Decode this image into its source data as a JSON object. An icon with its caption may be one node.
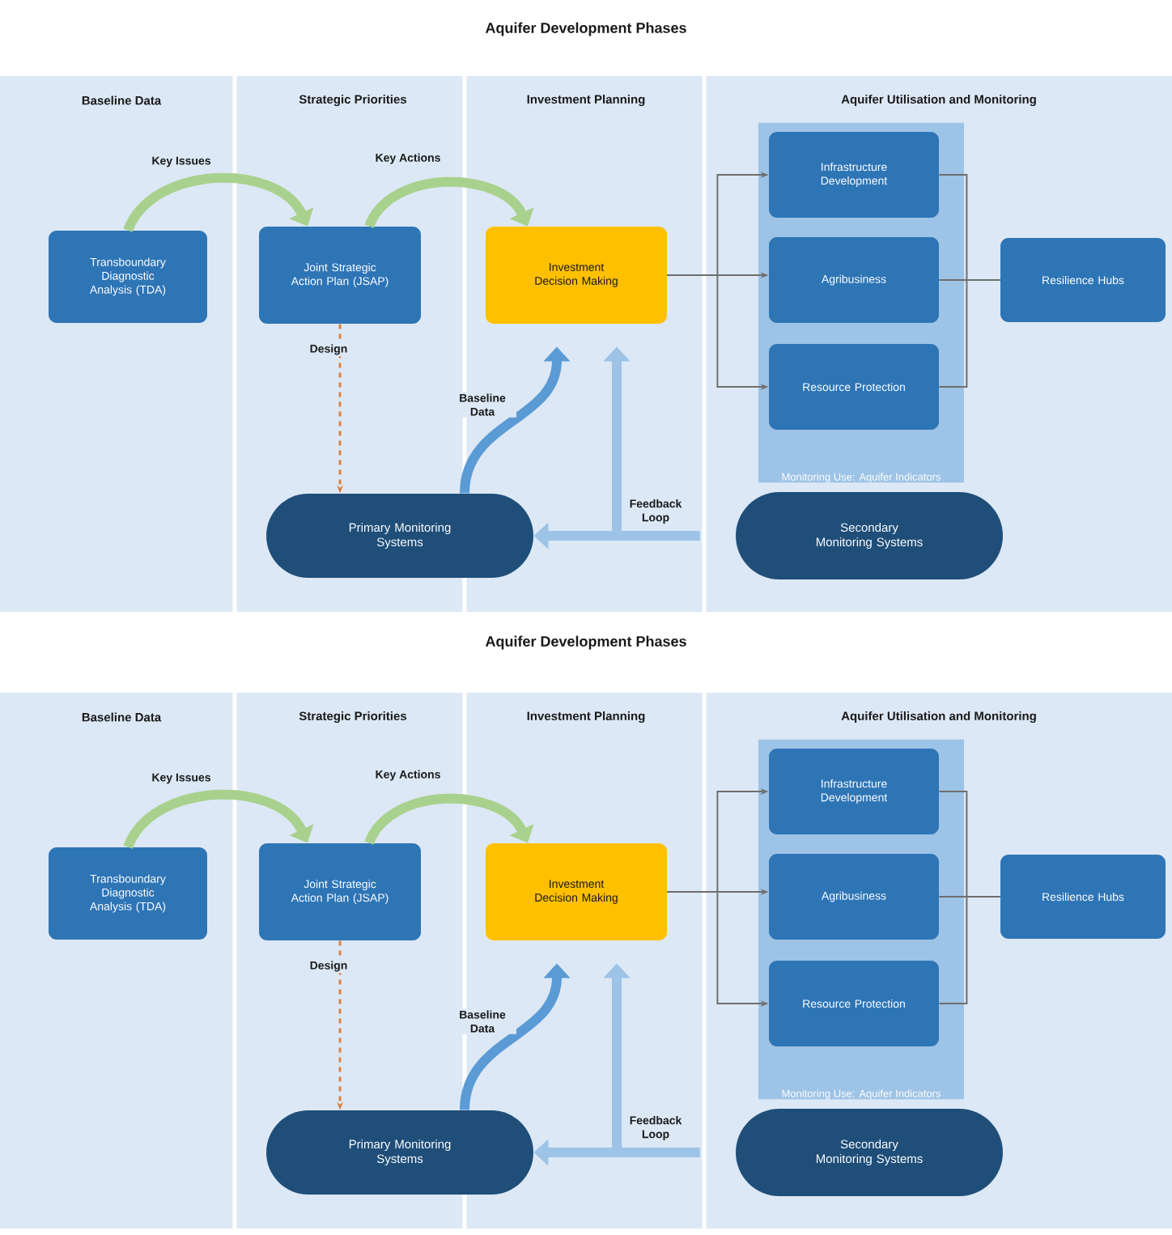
{
  "diagram": {
    "title": "Aquifer Development Phases",
    "nodes": [
      {
        "text": [
          "Transboundary Diagnostic Analysis (TDA)"
        ]
      },
      {
        "text": [
          "Joint Strategic Action Plan (JSAP)"
        ]
      },
      {
        "text": [
          "Investment Decision Making"
        ]
      },
      {
        "text": [
          "Monitoring Use: Aquifer Indicators"
        ]
      },
      {
        "text": [
          "Infrastructure Development"
        ],
        "in": 3
      },
      {
        "text": [
          "Agribusiness"
        ],
        "in": 3
      },
      {
        "text": [
          "Resource Protection"
        ],
        "in": 3
      },
      {
        "text": [
          "Resilience Hubs"
        ]
      },
      {
        "text": [
          "Primary Monitoring Systems"
        ]
      },
      {
        "text": [
          "Secondary Monitoring Systems"
        ]
      },
      {
        "text": [
          "Transboundary Diagnostic Analysis (TDA)"
        ]
      },
      {
        "text": [
          "Joint Strategic Action Plan (JSAP)"
        ]
      },
      {
        "text": [
          "Investment Decision Making"
        ]
      },
      {
        "text": [
          "Monitoring Use: Aquifer Indicators"
        ]
      },
      {
        "text": [
          "Infrastructure Development"
        ],
        "in": 13
      },
      {
        "text": [
          "Agribusiness"
        ],
        "in": 13
      },
      {
        "text": [
          "Resource Protection"
        ],
        "in": 13
      },
      {
        "text": [
          "Resilience Hubs"
        ]
      },
      {
        "text": [
          "Primary Monitoring Systems"
        ]
      },
      {
        "text": [
          "Secondary Monitoring Systems"
        ]
      }
    ],
    "edges": [
      {
        "from": 0,
        "to": 1,
        "arrow": "to",
        "label": "Key Issues",
        "style": "thick",
        "color": "#a9d18e"
      },
      {
        "from": 1,
        "to": 2,
        "arrow": "to",
        "label": "Key Actions",
        "style": "thick",
        "color": "#a9d18e"
      },
      {
        "from": 1,
        "to": 8,
        "arrow": "to",
        "label": "Design",
        "style": "dashed",
        "color": "#e07b39"
      },
      {
        "from": 8,
        "to": 2,
        "arrow": "to",
        "label": "Baseline Data",
        "style": "thick",
        "color": "#5b9bd5"
      },
      {
        "from": 9,
        "to": 8,
        "arrow": "to",
        "style": "thick",
        "color": "#9dc3e6"
      },
      {
        "from": 9,
        "to": 2,
        "arrow": "to",
        "label": "Feedback Loop",
        "style": "thick",
        "color": "#9dc3e6"
      },
      {
        "from": 2,
        "to": 4,
        "arrow": "to"
      },
      {
        "from": 2,
        "to": 5,
        "arrow": "to"
      },
      {
        "from": 2,
        "to": 6,
        "arrow": "to"
      },
      {
        "from": 4,
        "to": 7,
        "arrow": "none"
      },
      {
        "from": 5,
        "to": 7,
        "arrow": "none"
      },
      {
        "from": 6,
        "to": 7,
        "arrow": "none"
      },
      {
        "from": 10,
        "to": 11,
        "arrow": "to",
        "label": "Key Issues",
        "style": "thick",
        "color": "#a9d18e"
      },
      {
        "from": 11,
        "to": 12,
        "arrow": "to",
        "label": "Key Actions",
        "style": "thick",
        "color": "#a9d18e"
      },
      {
        "from": 11,
        "to": 18,
        "arrow": "to",
        "label": "Design",
        "style": "dashed",
        "color": "#e07b39"
      },
      {
        "from": 18,
        "to": 12,
        "arrow": "to",
        "label": "Baseline Data",
        "style": "thick",
        "color": "#5b9bd5"
      },
      {
        "from": 19,
        "to": 18,
        "arrow": "to",
        "style": "thick",
        "color": "#9dc3e6"
      },
      {
        "from": 19,
        "to": 12,
        "arrow": "to",
        "label": "Feedback Loop",
        "style": "thick",
        "color": "#9dc3e6"
      },
      {
        "from": 12,
        "to": 14,
        "arrow": "to"
      },
      {
        "from": 12,
        "to": 15,
        "arrow": "to"
      },
      {
        "from": 12,
        "to": 16,
        "arrow": "to"
      },
      {
        "from": 14,
        "to": 17,
        "arrow": "none"
      },
      {
        "from": 15,
        "to": 17,
        "arrow": "none"
      },
      {
        "from": 16,
        "to": 17,
        "arrow": "none"
      }
    ],
    "labels": [
      "Baseline Data",
      "Strategic Priorities",
      "Investment Planning",
      "Aquifer Utilisation and Monitoring",
      "Aquifer Development Phases",
      "Baseline Data",
      "Strategic Priorities",
      "Investment Planning",
      "Aquifer Utilisation and Monitoring"
    ]
  }
}
